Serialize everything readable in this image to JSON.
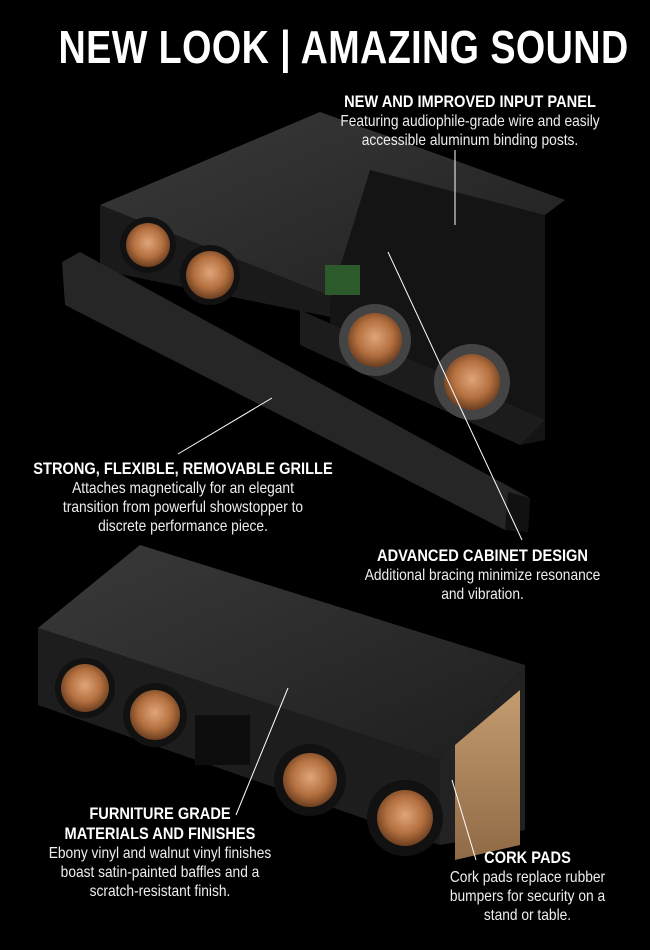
{
  "title": "NEW LOOK | AMAZING SOUND",
  "callouts": {
    "input_panel": {
      "heading": "NEW AND IMPROVED INPUT PANEL",
      "lines": [
        "Featuring audiophile-grade wire and easily",
        "accessible aluminum binding posts."
      ]
    },
    "grille": {
      "heading": "STRONG, FLEXIBLE, REMOVABLE GRILLE",
      "lines": [
        "Attaches magnetically for an elegant",
        "transition from powerful showstopper to",
        "discrete performance piece."
      ]
    },
    "cabinet": {
      "heading": "ADVANCED CABINET DESIGN",
      "lines": [
        "Additional bracing minimize resonance",
        "and vibration."
      ]
    },
    "furniture": {
      "heading_lines": [
        "FURNITURE GRADE",
        "MATERIALS AND FINISHES"
      ],
      "lines": [
        "Ebony vinyl and walnut vinyl finishes",
        "boast satin-painted baffles and a",
        "scratch-resistant finish."
      ]
    },
    "cork": {
      "heading": "CORK PADS",
      "lines": [
        "Cork pads replace rubber",
        "bumpers for security on a",
        "stand or table."
      ]
    }
  },
  "colors": {
    "background": "#000000",
    "cabinet": "#2a2a2a",
    "driver_copper": "#b8754a",
    "cork": "#b08a60"
  }
}
